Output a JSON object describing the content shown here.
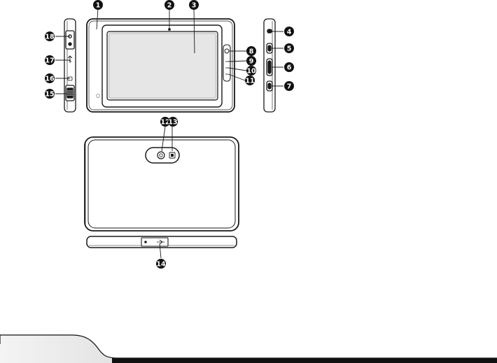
{
  "callouts": {
    "c1": "1",
    "c2": "2",
    "c3": "3",
    "c4": "4",
    "c5": "5",
    "c6": "6",
    "c7": "7",
    "c8": "8",
    "c9": "9",
    "c10": "10",
    "c11": "11",
    "c12": "12",
    "c13": "13",
    "c14": "14",
    "c15": "15",
    "c16": "16",
    "c17": "17",
    "c18": "18"
  },
  "colors": {
    "ink": "#1a1a1a",
    "callout_fill": "#111111",
    "screen_fill": "#e6e6e6",
    "footer_bar": "#111111"
  },
  "icons": [
    "power-icon",
    "usb-icon",
    "headphone-icon",
    "camera-icon",
    "flash-icon",
    "sd-card-icon",
    "menu-icon",
    "home-icon",
    "back-icon"
  ]
}
